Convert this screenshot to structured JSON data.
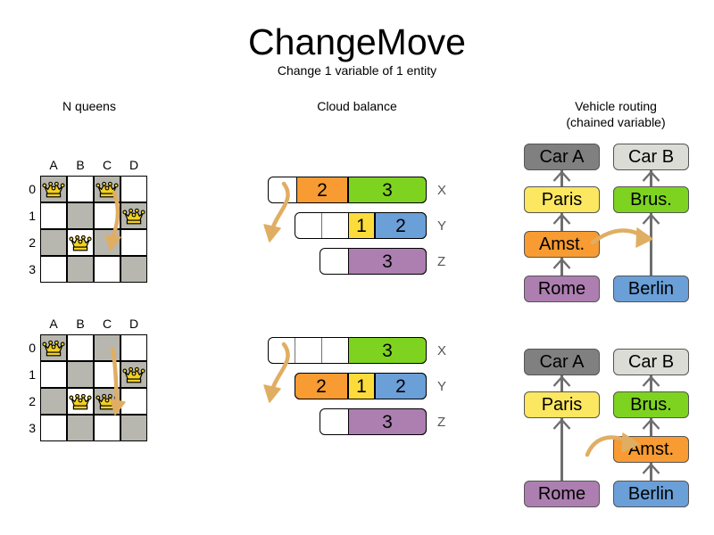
{
  "header": {
    "title": "ChangeMove",
    "subtitle": "Change 1 variable of 1 entity"
  },
  "sections": {
    "queens": {
      "heading": "N queens"
    },
    "cloud": {
      "heading": "Cloud balance"
    },
    "vrp": {
      "heading_line1": "Vehicle routing",
      "heading_line2": "(chained variable)"
    }
  },
  "chessboards": {
    "columns": [
      "A",
      "B",
      "C",
      "D"
    ],
    "rows": [
      "0",
      "1",
      "2",
      "3"
    ],
    "before": {
      "queens": [
        {
          "col": 0,
          "row": 0
        },
        {
          "col": 2,
          "row": 0
        },
        {
          "col": 3,
          "row": 1
        },
        {
          "col": 1,
          "row": 2
        }
      ],
      "move": {
        "from_col": 2,
        "from_row": 0,
        "to_col": 2,
        "to_row": 2
      }
    },
    "after": {
      "queens": [
        {
          "col": 0,
          "row": 0
        },
        {
          "col": 3,
          "row": 1
        },
        {
          "col": 1,
          "row": 2
        },
        {
          "col": 2,
          "row": 2
        }
      ],
      "move": {
        "from_col": 2,
        "from_row": 0,
        "to_col": 2,
        "to_row": 2
      }
    }
  },
  "cloud_balance": {
    "before": [
      {
        "label": "X",
        "segments": [
          {
            "value": "",
            "color": "#ffffff",
            "width": 32
          },
          {
            "value": "2",
            "color": "#f79b32",
            "width": 58
          },
          {
            "value": "3",
            "color": "#7ed321",
            "width": 88
          }
        ]
      },
      {
        "label": "Y",
        "segments": [
          {
            "value": "",
            "color": "#ffffff",
            "width": 30
          },
          {
            "value": "",
            "color": "#ffffff",
            "width": 30
          },
          {
            "value": "1",
            "color": "#fcdc3b",
            "width": 30
          },
          {
            "value": "2",
            "color": "#6a9fd8",
            "width": 58
          }
        ]
      },
      {
        "label": "Z",
        "segments": [
          {
            "value": "",
            "color": "#ffffff",
            "width": 32
          },
          {
            "value": "3",
            "color": "#ac7fb0",
            "width": 88
          }
        ]
      }
    ],
    "after": [
      {
        "label": "X",
        "segments": [
          {
            "value": "",
            "color": "#ffffff",
            "width": 30
          },
          {
            "value": "",
            "color": "#ffffff",
            "width": 30
          },
          {
            "value": "",
            "color": "#ffffff",
            "width": 30
          },
          {
            "value": "3",
            "color": "#7ed321",
            "width": 88
          }
        ]
      },
      {
        "label": "Y",
        "segments": [
          {
            "value": "2",
            "color": "#f79b32",
            "width": 60
          },
          {
            "value": "1",
            "color": "#fcdc3b",
            "width": 30
          },
          {
            "value": "2",
            "color": "#6a9fd8",
            "width": 58
          }
        ]
      },
      {
        "label": "Z",
        "segments": [
          {
            "value": "",
            "color": "#ffffff",
            "width": 32
          },
          {
            "value": "3",
            "color": "#ac7fb0",
            "width": 88
          }
        ]
      }
    ]
  },
  "vehicle_routing": {
    "before": {
      "chain_a": [
        "Car A",
        "Paris",
        "Amst.",
        "Rome"
      ],
      "chain_b": [
        "Car B",
        "Brus.",
        "Berlin"
      ]
    },
    "after": {
      "chain_a": [
        "Car A",
        "Paris",
        "Rome"
      ],
      "chain_b": [
        "Car B",
        "Brus.",
        "Amst.",
        "Berlin"
      ]
    }
  },
  "colors": {
    "car_a": "#808080",
    "car_b": "#dcdcd6",
    "paris": "#fce761",
    "brussels": "#7ed321",
    "amsterdam": "#f79b32",
    "rome": "#ac7fb0",
    "berlin": "#6a9fd8",
    "arrow": "#e0ae63",
    "queen_gold": "#f2d024",
    "board_dark": "#b7b7af",
    "link_gray": "#6e6e6e"
  }
}
